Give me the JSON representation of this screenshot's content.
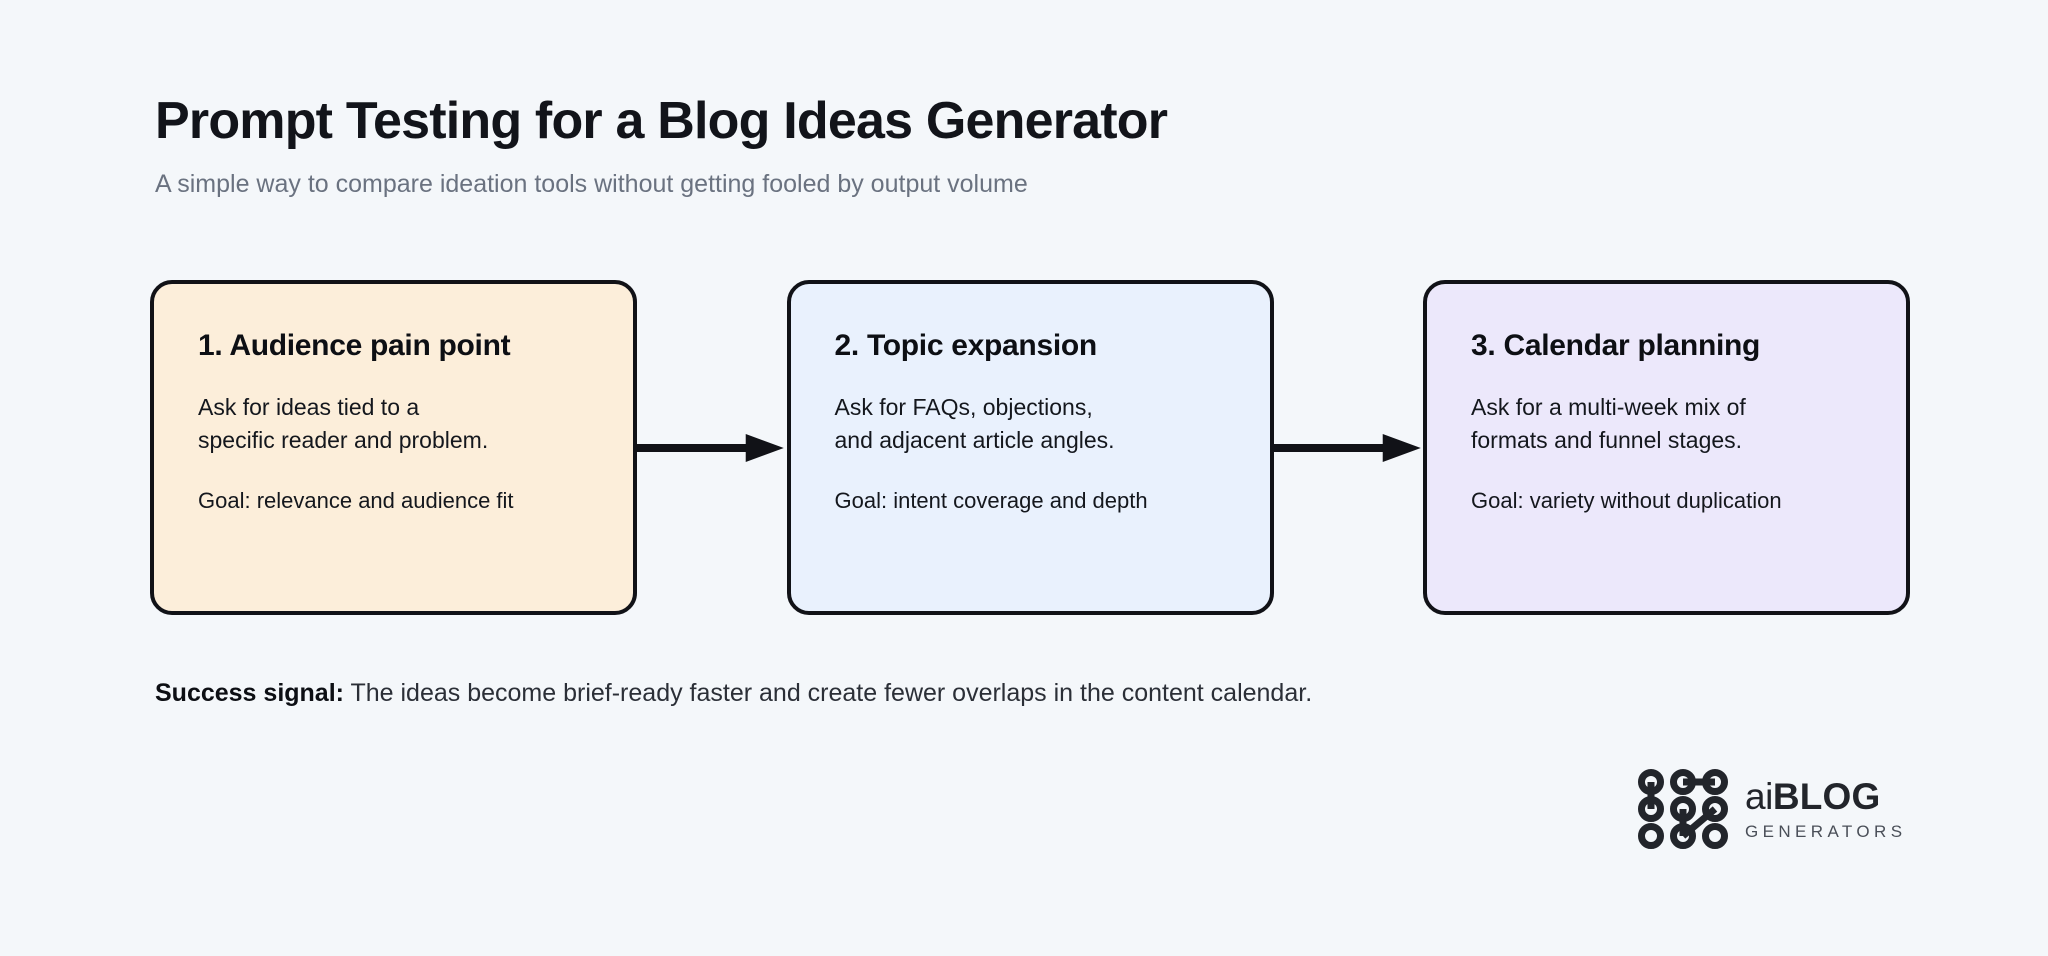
{
  "header": {
    "title": "Prompt Testing for a Blog Ideas Generator",
    "subtitle": "A simple way to compare ideation tools without getting fooled by output volume"
  },
  "flow": {
    "steps": [
      {
        "title": "1. Audience pain point",
        "description": "Ask for ideas tied to a\nspecific reader and problem.",
        "goal": "Goal: relevance and audience fit",
        "bg_color": "#fceeda",
        "border_color": "#111217"
      },
      {
        "title": "2. Topic expansion",
        "description": "Ask for FAQs, objections,\nand adjacent article angles.",
        "goal": "Goal: intent coverage and depth",
        "bg_color": "#e9f1fd",
        "border_color": "#111217"
      },
      {
        "title": "3. Calendar planning",
        "description": "Ask for a multi-week mix of\nformats and funnel stages.",
        "goal": "Goal: variety without duplication",
        "bg_color": "#ece8fb",
        "border_color": "#111217"
      }
    ],
    "arrow_color": "#111217",
    "arrow_icon": "arrow-right-icon"
  },
  "footer": {
    "success_label": "Success signal:",
    "success_text": " The ideas become brief-ready faster and create fewer overlaps in the content calendar."
  },
  "logo": {
    "mark_icon": "node-grid-icon",
    "word_light": "ai",
    "word_bold": "BLOG",
    "subtitle": "GENERATORS",
    "color": "#22252b"
  },
  "colors": {
    "page_background": "#f4f7fa",
    "title": "#12141a",
    "subtitle": "#6a7280",
    "body_text": "#14171d"
  }
}
